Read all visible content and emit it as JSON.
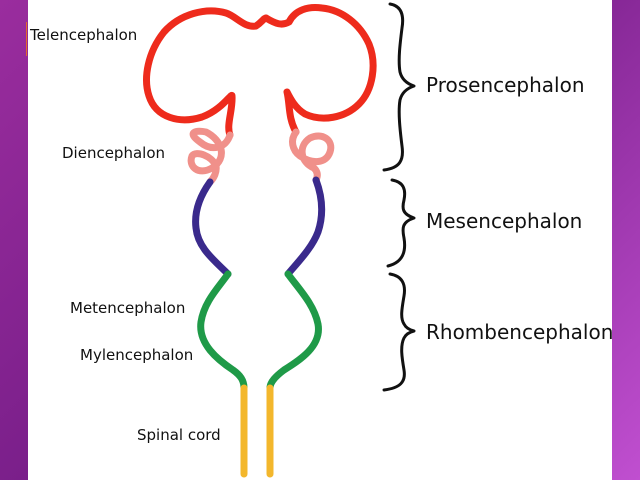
{
  "diagram": {
    "regions": {
      "telencephalon": "Telencephalon",
      "diencephalon": "Diencephalon",
      "metencephalon": "Metencephalon",
      "mylencephalon": "Mylencephalon",
      "spinal_cord": "Spinal cord"
    },
    "divisions": {
      "prosencephalon": "Prosencephalon",
      "mesencephalon": "Mesencephalon",
      "rhombencephalon": "Rhombencephalon"
    },
    "colors": {
      "telencephalon": "#ee2b1c",
      "diencephalon": "#f0908a",
      "mesencephalon": "#3a2a8c",
      "rhombencephalon": "#1f9a48",
      "spinal_cord": "#f3b72c"
    }
  }
}
